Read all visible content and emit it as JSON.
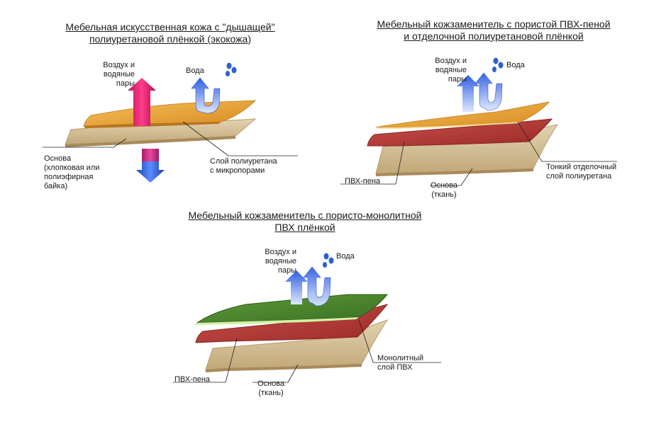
{
  "diagrams": [
    {
      "title_line1": "Мебельная искусственная кожа с \"дышащей\"",
      "title_line2": "полиуретановой плёнкой (экокожа)",
      "label_air": [
        "Воздух и",
        "водяные",
        "пары"
      ],
      "label_water": "Вода",
      "label_base": [
        "Основа",
        "(хлопковая или",
        "полиэфирная",
        "байка)"
      ],
      "label_layer": [
        "Слой полиуретана",
        "с микропорами"
      ]
    },
    {
      "title_line1": "Мебельный кожзаменитель с пористой ПВХ-пеной",
      "title_line2": "и отделочной полиуретановой плёнкой",
      "label_air": [
        "Воздух и",
        "водяные",
        "пары"
      ],
      "label_water": "Вода",
      "label_foam": "ПВХ-пена",
      "label_base": [
        "Основа",
        "(ткань)"
      ],
      "label_layer": [
        "Тонкий отделочный",
        "слой полиуретана"
      ]
    },
    {
      "title_line1": "Мебельный кожзаменитель с пористо-монолитной",
      "title_line2": "ПВХ плёнкой",
      "label_air": [
        "Воздух и",
        "водяные",
        "пары"
      ],
      "label_water": "Вода",
      "label_foam": "ПВХ-пена",
      "label_base": [
        "Основа",
        "(ткань)"
      ],
      "label_layer": [
        "Монолитный",
        "слой ПВХ"
      ]
    }
  ],
  "colors": {
    "fabric": "#d6c4a0",
    "fabric_edge": "#b89a6c",
    "polyurethane": "#e8a53a",
    "pvc_foam": "#b83a36",
    "pvc_monolith": "#4e8a30",
    "film_light": "#d4f0a8",
    "arrow_up_red": "#e8226a",
    "arrow_down_blue": "#2a5fd8",
    "water_arrow": "#3a6fe0",
    "water_drop": "#2f5fd0"
  }
}
